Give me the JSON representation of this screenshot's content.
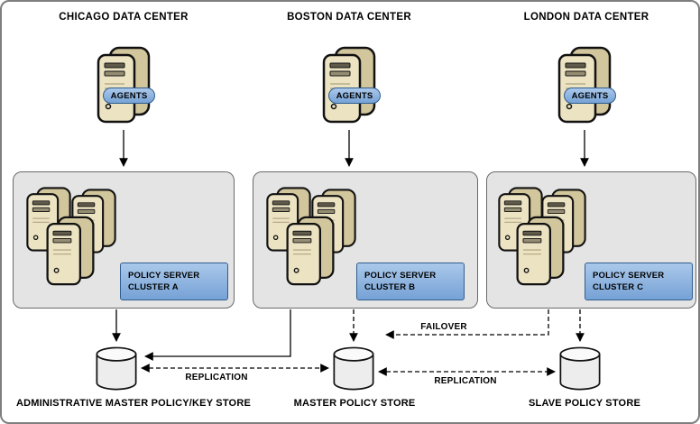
{
  "diagram": {
    "sites": [
      {
        "title": "CHICAGO DATA CENTER",
        "agents_label": "AGENTS",
        "cluster_label_line1": "POLICY SERVER",
        "cluster_label_line2": "CLUSTER A"
      },
      {
        "title": "BOSTON DATA CENTER",
        "agents_label": "AGENTS",
        "cluster_label_line1": "POLICY SERVER",
        "cluster_label_line2": "CLUSTER B"
      },
      {
        "title": "LONDON DATA CENTER",
        "agents_label": "AGENTS",
        "cluster_label_line1": "POLICY SERVER",
        "cluster_label_line2": "CLUSTER C"
      }
    ],
    "stores": [
      {
        "label": "ADMINISTRATIVE MASTER POLICY/KEY STORE"
      },
      {
        "label": "MASTER POLICY STORE"
      },
      {
        "label": "SLAVE POLICY STORE"
      }
    ],
    "links": {
      "failover_label": "FAILOVER",
      "replication_left_label": "REPLICATION",
      "replication_right_label": "REPLICATION"
    },
    "colors": {
      "badge_blue": "#76a2d6",
      "badge_blue_light": "#aac8ea",
      "badge_border": "#2f5d8f",
      "box_fill": "#e4e4e4",
      "box_border": "#6a6a6a",
      "tower_front": "#ece3c3",
      "tower_side": "#d2c69c",
      "cylinder_fill": "#ededed"
    }
  }
}
